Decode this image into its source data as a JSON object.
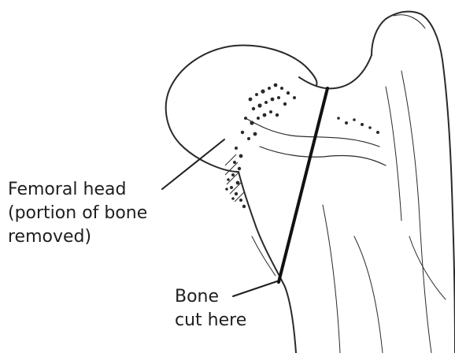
{
  "diagram": {
    "labels": {
      "femoral_head": {
        "line1": "Femoral head",
        "line2": "(portion of bone",
        "line3": "removed)"
      },
      "bone_cut": {
        "line1": "Bone",
        "line2": "cut here"
      }
    },
    "colors": {
      "ink": "#1e1e1e",
      "background": "#ffffff"
    }
  }
}
